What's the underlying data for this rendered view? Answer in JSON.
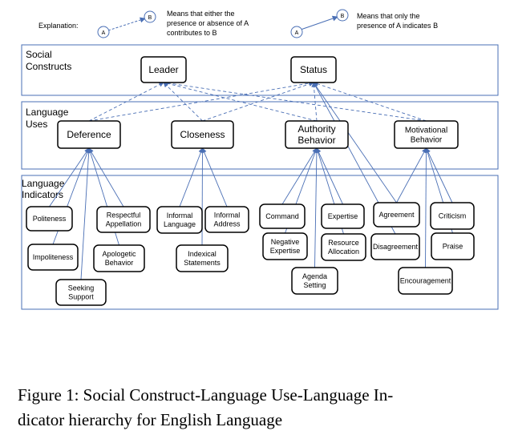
{
  "legend": {
    "label": "Explanation:",
    "either": {
      "node_a": "A",
      "node_b": "B",
      "lines": [
        "Means that either the",
        "presence or absence of A",
        "contributes  to B"
      ]
    },
    "only": {
      "node_a": "A",
      "node_b": "B",
      "lines": [
        "Means that only the",
        "presence of A indicates B"
      ]
    }
  },
  "bands": {
    "social_constructs": [
      "Social",
      "Constructs"
    ],
    "language_uses": [
      "Language",
      "Uses"
    ],
    "language_indicators": [
      "Language",
      "Indicators"
    ]
  },
  "nodes": {
    "leader": [
      "Leader"
    ],
    "status": [
      "Status"
    ],
    "deference": [
      "Deference"
    ],
    "closeness": [
      "Closeness"
    ],
    "authority": [
      "Authority",
      "Behavior"
    ],
    "motivational": [
      "Motivational",
      "Behavior"
    ],
    "politeness": [
      "Politeness"
    ],
    "respectful_appellation": [
      "Respectful",
      "Appellation"
    ],
    "impoliteness": [
      "Impoliteness"
    ],
    "apologetic_behavior": [
      "Apologetic",
      "Behavior"
    ],
    "seeking_support": [
      "Seeking",
      "Support"
    ],
    "informal_language": [
      "Informal",
      "Language"
    ],
    "informal_address": [
      "Informal",
      "Address"
    ],
    "indexical_statements": [
      "Indexical",
      "Statements"
    ],
    "command": [
      "Command"
    ],
    "expertise": [
      "Expertise"
    ],
    "negative_expertise": [
      "Negative",
      "Expertise"
    ],
    "resource_allocation": [
      "Resource",
      "Allocation"
    ],
    "agenda_setting": [
      "Agenda",
      "Setting"
    ],
    "agreement": [
      "Agreement"
    ],
    "disagreement": [
      "Disagreement"
    ],
    "criticism": [
      "Criticism"
    ],
    "praise": [
      "Praise"
    ],
    "encouragement": [
      "Encouragement"
    ]
  },
  "edges": {
    "solid": [
      [
        "politeness",
        "deference"
      ],
      [
        "respectful_appellation",
        "deference"
      ],
      [
        "impoliteness",
        "deference"
      ],
      [
        "apologetic_behavior",
        "deference"
      ],
      [
        "seeking_support",
        "deference"
      ],
      [
        "informal_language",
        "closeness"
      ],
      [
        "informal_address",
        "closeness"
      ],
      [
        "indexical_statements",
        "closeness"
      ],
      [
        "command",
        "authority"
      ],
      [
        "expertise",
        "authority"
      ],
      [
        "negative_expertise",
        "authority"
      ],
      [
        "resource_allocation",
        "authority"
      ],
      [
        "agenda_setting",
        "authority"
      ],
      [
        "agreement",
        "motivational"
      ],
      [
        "criticism",
        "motivational"
      ],
      [
        "praise",
        "motivational"
      ],
      [
        "encouragement",
        "motivational"
      ],
      [
        "agreement",
        "status"
      ],
      [
        "disagreement",
        "status"
      ]
    ],
    "dashed": [
      [
        "deference",
        "leader"
      ],
      [
        "deference",
        "status"
      ],
      [
        "closeness",
        "leader"
      ],
      [
        "closeness",
        "status"
      ],
      [
        "authority",
        "leader"
      ],
      [
        "authority",
        "status"
      ],
      [
        "motivational",
        "leader"
      ],
      [
        "motivational",
        "status"
      ]
    ]
  },
  "caption": [
    "Figure 1: Social Construct-Language Use-Language In-",
    "dicator hierarchy for English Language"
  ],
  "colors": {
    "edge": "#4a6fb5",
    "band": "#4a6fb5",
    "node_border": "#000000"
  }
}
